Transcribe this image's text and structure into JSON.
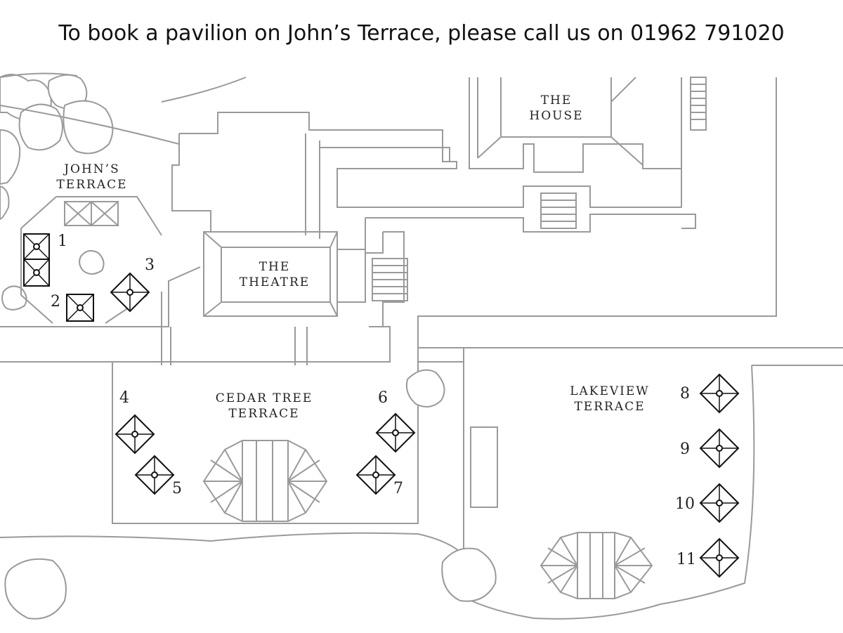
{
  "title": "To book a pavilion on John’s Terrace, please call us on 01962 791020",
  "areas": {
    "house": [
      "THE",
      "HOUSE"
    ],
    "theatre": [
      "THE",
      "THEATRE"
    ],
    "johns": [
      "JOHN’S",
      "TERRACE"
    ],
    "cedar": [
      "CEDAR TREE",
      "TERRACE"
    ],
    "lakeview": [
      "LAKEVIEW",
      "TERRACE"
    ]
  },
  "pavilions": [
    "1",
    "2",
    "3",
    "4",
    "5",
    "6",
    "7",
    "8",
    "9",
    "10",
    "11"
  ],
  "colors": {
    "outline": "#9a9a9a",
    "pavilion": "#111111",
    "text": "#222222"
  }
}
